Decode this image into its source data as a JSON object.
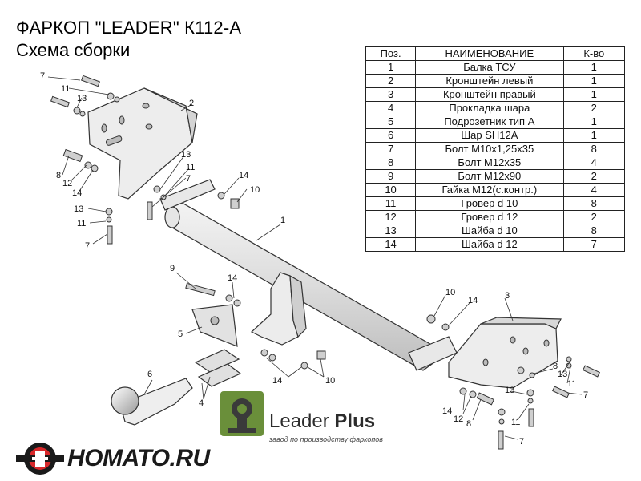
{
  "header": {
    "title": "ФАРКОП \"LEADER\" К112-А",
    "subtitle": "Схема сборки"
  },
  "spec_table": {
    "columns": [
      "Поз.",
      "НАИМЕНОВАНИЕ",
      "К-во"
    ],
    "rows": [
      [
        "1",
        "Балка ТСУ",
        "1"
      ],
      [
        "2",
        "Кронштейн левый",
        "1"
      ],
      [
        "3",
        "Кронштейн правый",
        "1"
      ],
      [
        "4",
        "Прокладка шара",
        "2"
      ],
      [
        "5",
        "Подрозетник тип А",
        "1"
      ],
      [
        "6",
        "Шар SH12A",
        "1"
      ],
      [
        "7",
        "Болт М10х1,25х35",
        "8"
      ],
      [
        "8",
        "Болт М12х35",
        "4"
      ],
      [
        "9",
        "Болт М12х90",
        "2"
      ],
      [
        "10",
        "Гайка М12(с.контр.)",
        "4"
      ],
      [
        "11",
        "Гровер d 10",
        "8"
      ],
      [
        "12",
        "Гровер d 12",
        "2"
      ],
      [
        "13",
        "Шайба d 10",
        "8"
      ],
      [
        "14",
        "Шайба d 12",
        "7"
      ]
    ]
  },
  "callouts": {
    "c7a": "7",
    "c11a": "11",
    "c13a": "13",
    "c2": "2",
    "c8a": "8",
    "c12a": "12",
    "c14a": "14",
    "c13b": "13",
    "c11b": "11",
    "c7b": "7",
    "c13c": "13",
    "c11c": "11",
    "c7c": "7",
    "c14b": "14",
    "c10a": "10",
    "c1": "1",
    "c9": "9",
    "c14c": "14",
    "c5": "5",
    "c6": "6",
    "c4": "4",
    "c14d": "14",
    "c10b": "10",
    "c10c": "10",
    "c14e": "14",
    "c3": "3",
    "c8b": "8",
    "c13d": "13",
    "c11d": "11",
    "c7d": "7",
    "c14f": "14",
    "c12b": "12",
    "c8c": "8",
    "c13e": "13",
    "c11e": "11",
    "c7e": "7"
  },
  "logo": {
    "brand_regular": "Leader ",
    "brand_bold": "Plus",
    "tagline": "завод по производству фаркопов",
    "colors": {
      "green": "#6a8f3a",
      "dark": "#3a3a3a"
    }
  },
  "watermark": {
    "text": "HOMATO.RU",
    "colors": {
      "red": "#d8282a",
      "dark": "#1a1a1a"
    }
  }
}
